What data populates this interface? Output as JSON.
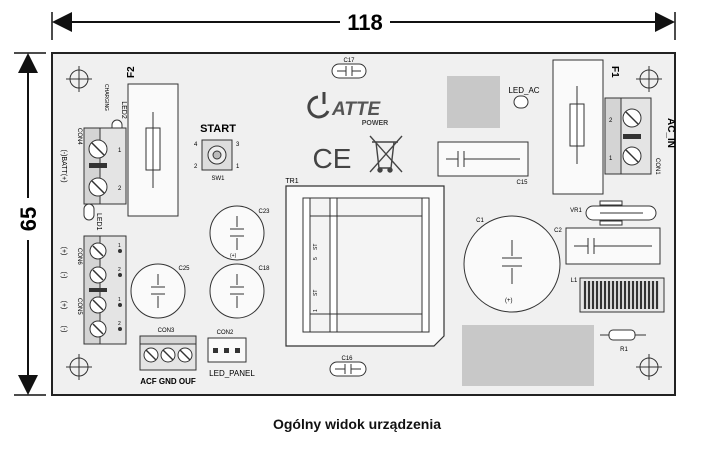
{
  "dimensions": {
    "width": "118",
    "height": "65"
  },
  "caption": "Ogólny widok urządzenia",
  "brand": {
    "name": "ATTE",
    "sub": "POWER"
  },
  "marks": {
    "ce": "CE"
  },
  "labels": {
    "f2": "F2",
    "f1": "F1",
    "led2": "LED2",
    "charging": "CHARGING",
    "con4": "CON4",
    "batt": "(-)BATT(+)",
    "start": "START",
    "sw1": "SW1",
    "sw_pins": [
      "4",
      "3",
      "2",
      "1"
    ],
    "led_ac": "LED_AC",
    "c17": "C17",
    "c15": "C15",
    "con1": "CON1",
    "ac_in": "AC_IN",
    "pin1": "1",
    "pin2": "2",
    "led1": "LED1",
    "c23": "C23",
    "c25": "C25",
    "c18": "C18",
    "tr1": "TR1",
    "st": "ST",
    "st_pins": [
      "5",
      "1"
    ],
    "c1": "C1",
    "c2": "C2",
    "vr1": "VR1",
    "l1": "L1",
    "r1": "R1",
    "con6": "CON6",
    "con5": "CON5",
    "plus": "(+)",
    "minus": "(-)",
    "con3": "CON3",
    "con2": "CON2",
    "acf_gnd_ouf": "ACF GND OUF",
    "led_panel": "LED_PANEL",
    "c16": "C16"
  }
}
